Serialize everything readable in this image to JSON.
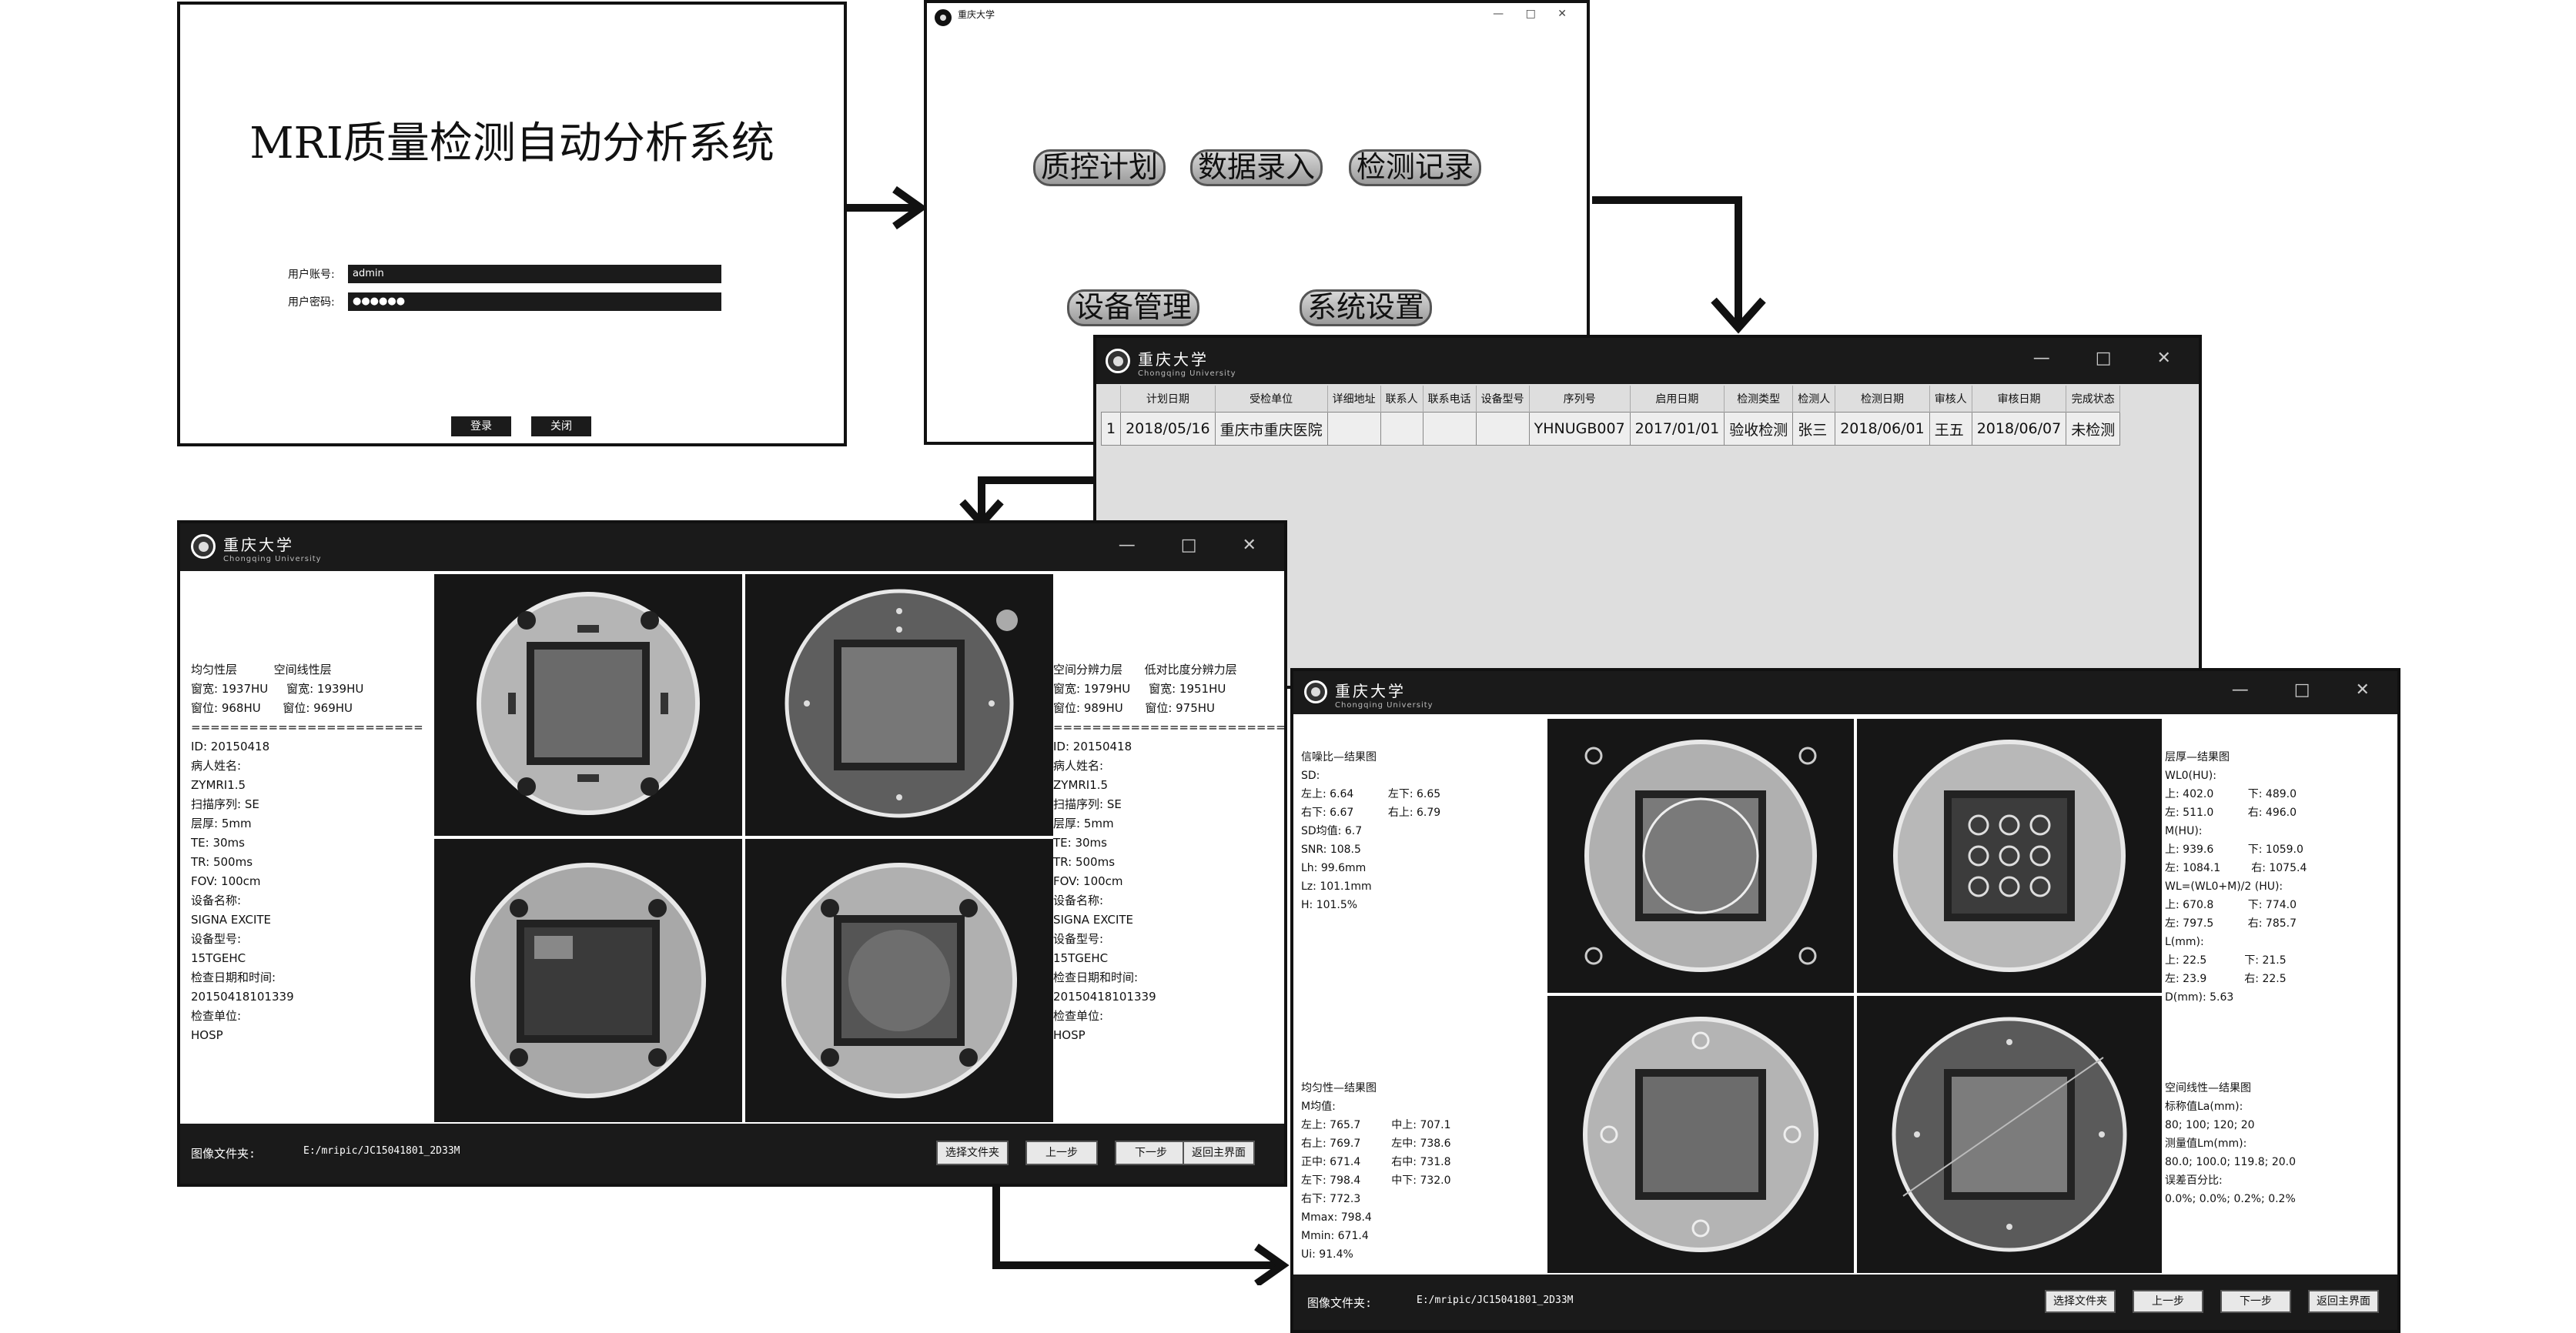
{
  "login": {
    "title": "MRI质量检测自动分析系统",
    "user_label": "用户账号:",
    "user_value": "admin",
    "pass_label": "用户密码:",
    "pass_value": "●●●●●●",
    "login_button": "登录",
    "close_button": "关闭"
  },
  "menu": {
    "buttons": [
      "质控计划",
      "数据录入",
      "检测记录",
      "设备管理",
      "系统设置"
    ]
  },
  "brand": {
    "name": "重庆大学",
    "sub": "Chongqing University"
  },
  "window_controls": "— □ ✕",
  "records": {
    "headers": [
      "",
      "计划日期",
      "受检单位",
      "详细地址",
      "联系人",
      "联系电话",
      "设备型号",
      "序列号",
      "启用日期",
      "检测类型",
      "检测人",
      "检测日期",
      "审核人",
      "审核日期",
      "完成状态"
    ],
    "rows": [
      [
        "1",
        "2018/05/16",
        "重庆市重庆医院",
        "",
        "",
        "",
        "",
        "YHNUGB007",
        "2017/01/01",
        "验收检测",
        "张三",
        "2018/06/01",
        "王五",
        "2018/06/07",
        "未检测"
      ]
    ]
  },
  "win1": {
    "left_info": "均匀性层          空间线性层\n窗宽: 1937HU     窗宽: 1939HU\n窗位: 968HU      窗位: 969HU\n========================\nID: 20150418\n病人姓名:\nZYMRI1.5\n扫描序列: SE\n层厚: 5mm\nTE: 30ms\nTR: 500ms\nFOV: 100cm\n设备名称:\nSIGNA EXCITE\n设备型号:\n15TGEHC\n检查日期和时间:\n20150418101339\n检查单位:\nHOSP",
    "right_info": "空间分辨力层      低对比度分辨力层\n窗宽: 1979HU     窗宽: 1951HU\n窗位: 989HU      窗位: 975HU\n========================\nID: 20150418\n病人姓名:\nZYMRI1.5\n扫描序列: SE\n层厚: 5mm\nTE: 30ms\nTR: 500ms\nFOV: 100cm\n设备名称:\nSIGNA EXCITE\n设备型号:\n15TGEHC\n检查日期和时间:\n20150418101339\n检查单位:\nHOSP",
    "folder_label": "图像文件夹:",
    "folder_path": "E:/mripic/JC15041801_2D33M",
    "buttons": [
      "选择文件夹",
      "上一步",
      "下一步",
      "返回主界面"
    ]
  },
  "win2": {
    "snr_info": "信噪比—结果图\nSD:\n左上: 6.64          左下: 6.65\n右下: 6.67          右上: 6.79\nSD均值: 6.7\nSNR: 108.5\nLh: 99.6mm\nLz: 101.1mm\nH: 101.5%",
    "uni_info": "均匀性—结果图\nM均值:\n左上: 765.7         中上: 707.1\n右上: 769.7         左中: 738.6\n正中: 671.4         右中: 731.8\n左下: 798.4         中下: 732.0\n右下: 772.3\nMmax: 798.4\nMmin: 671.4\nUi: 91.4%",
    "thick_info": "层厚—结果图\nWL0(HU):\n上: 402.0          下: 489.0\n左: 511.0          右: 496.0\nM(HU):\n上: 939.6          下: 1059.0\n左: 1084.1         右: 1075.4\nWL=(WL0+M)/2 (HU):\n上: 670.8          下: 774.0\n左: 797.5          右: 785.7\nL(mm):\n上: 22.5           下: 21.5\n左: 23.9           右: 22.5\nD(mm): 5.63",
    "lin_info": "空间线性—结果图\n标称值La(mm):\n80; 100; 120; 20\n测量值Lm(mm):\n80.0; 100.0; 119.8; 20.0\n误差百分比:\n0.0%; 0.0%; 0.2%; 0.2%",
    "folder_label": "图像文件夹:",
    "folder_path": "E:/mripic/JC15041801_2D33M",
    "buttons": [
      "选择文件夹",
      "上一步",
      "下一步",
      "返回主界面"
    ]
  }
}
